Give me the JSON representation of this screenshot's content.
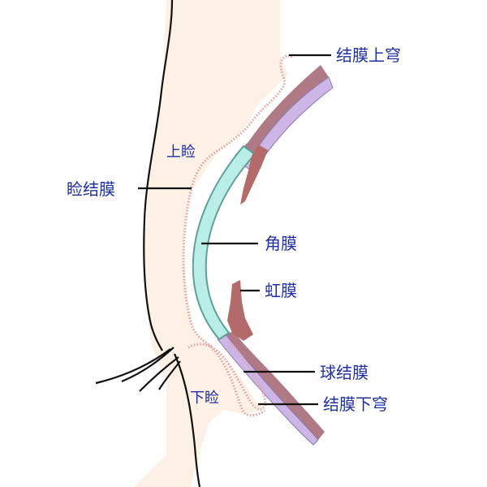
{
  "labels": {
    "upper_fornix": "结膜上穹",
    "upper_eyelid": "上睑",
    "palpebral_conjunctiva": "睑结膜",
    "cornea": "角膜",
    "iris": "虹膜",
    "bulbar_conjunctiva": "球结膜",
    "lower_fornix": "结膜下穹",
    "lower_eyelid": "下睑"
  },
  "colors": {
    "skin": "#fcf1e4",
    "conjunctiva_edge": "#e8a0a0",
    "sclera_outer": "#b07a84",
    "sclera_inner": "#cdb6e6",
    "cornea": "#b9eee6",
    "cornea_edge": "#5f9f9a",
    "iris": "#b56a6a",
    "label_text": "#1f2fa8",
    "outline": "#111111"
  }
}
